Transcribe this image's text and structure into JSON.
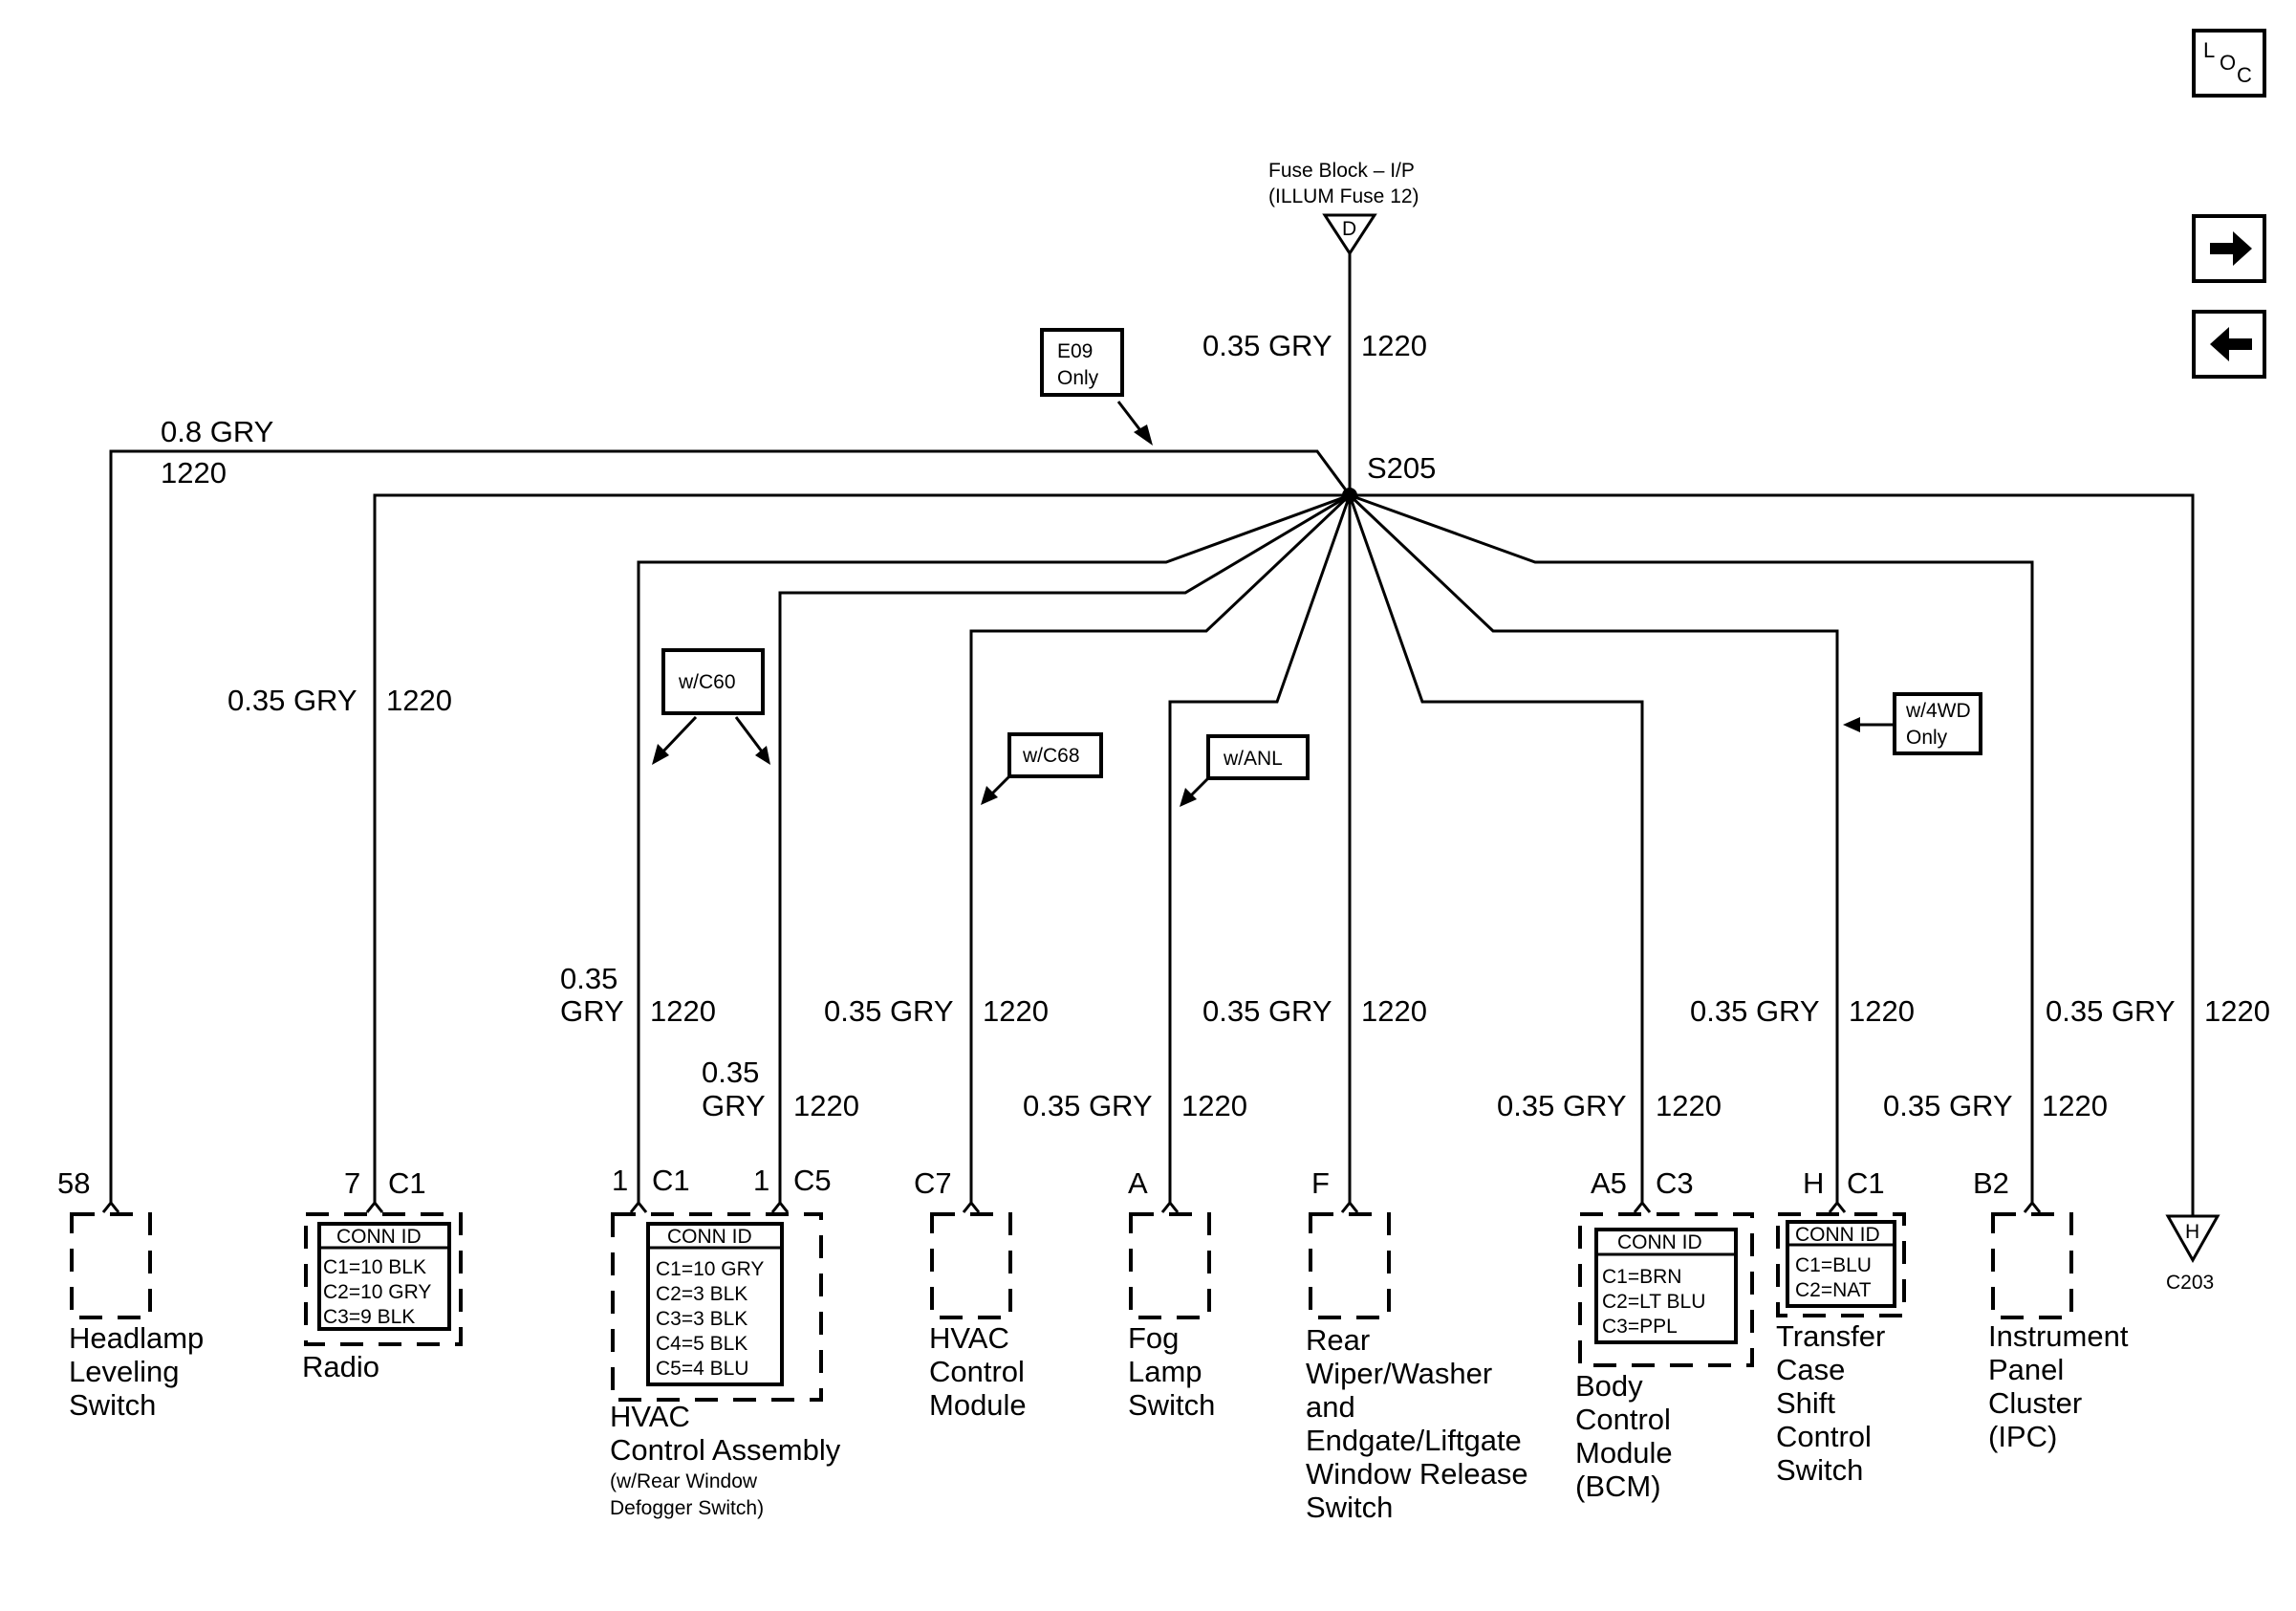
{
  "nav": {
    "loc_label": "LOC",
    "forward_icon": "arrow-right-icon",
    "back_icon": "arrow-left-icon"
  },
  "source": {
    "line1": "Fuse Block – I/P",
    "line2": "(ILLUM Fuse 12)",
    "terminal": "D",
    "wire_size_color": "0.35 GRY",
    "circuit": "1220"
  },
  "splice": {
    "label": "S205"
  },
  "options": {
    "e09_line1": "E09",
    "e09_line2": "Only",
    "c60": "w/C60",
    "c68": "w/C68",
    "anl": "w/ANL",
    "wd4_line1": "w/4WD",
    "wd4_line2": "Only"
  },
  "wires": {
    "headlamp_size": "0.8 GRY",
    "headlamp_circuit": "1220",
    "radio_size": "0.35 GRY",
    "radio_circuit": "1220",
    "hvac_c1_size1": "0.35",
    "hvac_c1_size2": "GRY",
    "hvac_c1_circuit": "1220",
    "hvac_c5_size1": "0.35",
    "hvac_c5_size2": "GRY",
    "hvac_c5_circuit": "1220",
    "hvac_mod_size": "0.35 GRY",
    "hvac_mod_circuit": "1220",
    "fog_size": "0.35 GRY",
    "fog_circuit": "1220",
    "wiper_size": "0.35 GRY",
    "wiper_circuit": "1220",
    "bcm_size": "0.35 GRY",
    "bcm_circuit": "1220",
    "tcase_size": "0.35 GRY",
    "tcase_circuit": "1220",
    "ipc_size": "0.35 GRY",
    "ipc_circuit": "1220",
    "c203_size": "0.35 GRY",
    "c203_circuit": "1220"
  },
  "components": {
    "headlamp": {
      "pin": "58",
      "name1": "Headlamp",
      "name2": "Leveling",
      "name3": "Switch"
    },
    "radio": {
      "pin": "7",
      "conn": "C1",
      "name1": "Radio",
      "conn_id_title": "CONN ID",
      "conn_ids": [
        "C1=10 BLK",
        "C2=10 GRY",
        "C3=9 BLK"
      ]
    },
    "hvac_assy": {
      "pin1": "1",
      "conn1": "C1",
      "pin2": "1",
      "conn2": "C5",
      "name1": "HVAC",
      "name2": "Control Assembly",
      "note1": "(w/Rear Window",
      "note2": "Defogger Switch)",
      "conn_id_title": "CONN ID",
      "conn_ids": [
        "C1=10 GRY",
        "C2=3 BLK",
        "C3=3 BLK",
        "C4=5 BLK",
        "C5=4 BLU"
      ]
    },
    "hvac_module": {
      "pin": "C7",
      "name1": "HVAC",
      "name2": "Control",
      "name3": "Module"
    },
    "fog": {
      "pin": "A",
      "name1": "Fog",
      "name2": "Lamp",
      "name3": "Switch"
    },
    "wiper": {
      "pin": "F",
      "name1": "Rear",
      "name2": "Wiper/Washer",
      "name3": "and",
      "name4": "Endgate/Liftgate",
      "name5": "Window Release",
      "name6": "Switch"
    },
    "bcm": {
      "pin": "A5",
      "conn": "C3",
      "name1": "Body",
      "name2": "Control",
      "name3": "Module",
      "name4": "(BCM)",
      "conn_id_title": "CONN ID",
      "conn_ids": [
        "C1=BRN",
        "C2=LT BLU",
        "C3=PPL"
      ]
    },
    "tcase": {
      "pin": "H",
      "conn": "C1",
      "name1": "Transfer",
      "name2": "Case",
      "name3": "Shift",
      "name4": "Control",
      "name5": "Switch",
      "conn_id_title": "CONN ID",
      "conn_ids": [
        "C1=BLU",
        "C2=NAT"
      ]
    },
    "ipc": {
      "pin": "B2",
      "name1": "Instrument",
      "name2": "Panel",
      "name3": "Cluster",
      "name4": "(IPC)"
    },
    "c203": {
      "terminal": "H",
      "name": "C203"
    }
  }
}
